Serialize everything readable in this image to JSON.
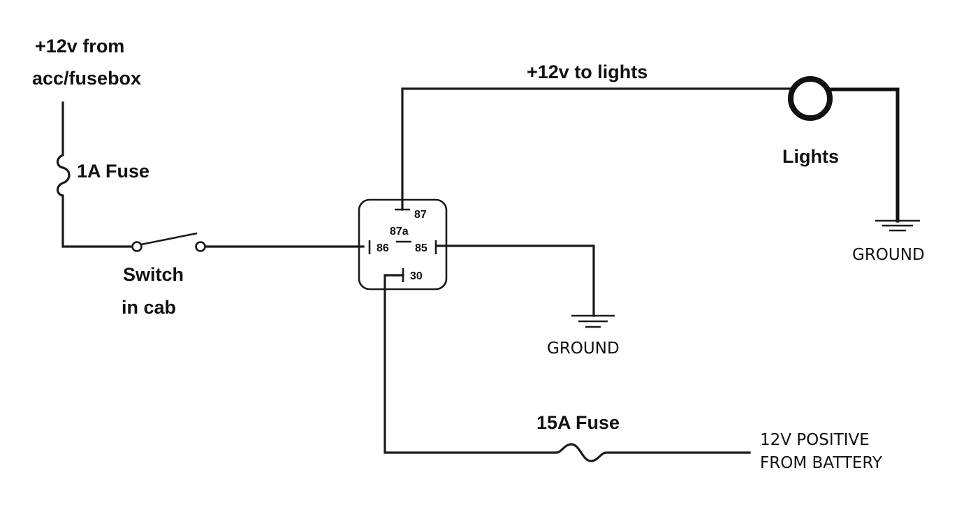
{
  "labels": {
    "source_line1": "+12v from",
    "source_line2": "acc/fusebox",
    "fuse_small": "1A Fuse",
    "switch_line1": "Switch",
    "switch_line2": "in cab",
    "to_lights": "+12v to lights",
    "lights": "Lights",
    "ground_relay": "GROUND",
    "ground_lights": "GROUND",
    "fuse_large": "15A Fuse",
    "battery_line1": "12V POSITIVE",
    "battery_line2": "FROM BATTERY"
  },
  "relay": {
    "pin_87": "87",
    "pin_87a": "87a",
    "pin_86": "86",
    "pin_85": "85",
    "pin_30": "30"
  }
}
